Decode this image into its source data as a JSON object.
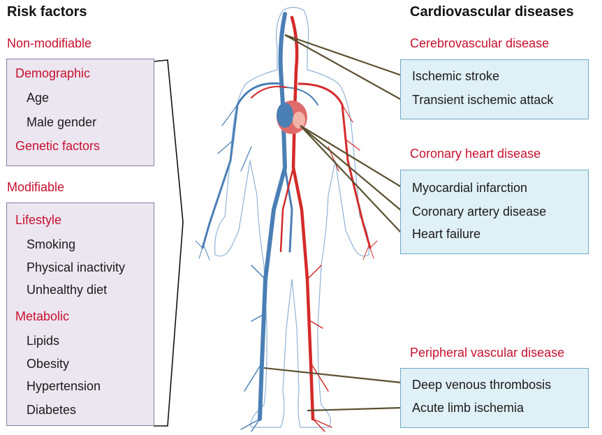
{
  "risk_factors": {
    "heading": "Risk factors",
    "non_modifiable": {
      "label": "Non-modifiable",
      "demographic": "Demographic",
      "demographic_items": [
        "Age",
        "Male gender"
      ],
      "genetic": "Genetic factors"
    },
    "modifiable": {
      "label": "Modifiable",
      "lifestyle": "Lifestyle",
      "lifestyle_items": [
        "Smoking",
        "Physical inactivity",
        "Unhealthy diet"
      ],
      "metabolic": "Metabolic",
      "metabolic_items": [
        "Lipids",
        "Obesity",
        "Hypertension",
        "Diabetes"
      ]
    }
  },
  "diseases": {
    "heading": "Cardiovascular diseases",
    "groups": [
      {
        "title": "Cerebrovascular disease",
        "items": [
          "Ischemic stroke",
          "Transient ischemic attack"
        ]
      },
      {
        "title": "Coronary heart disease",
        "items": [
          "Myocardial infarction",
          "Coronary artery disease",
          "Heart failure"
        ]
      },
      {
        "title": "Peripheral vascular disease",
        "items": [
          "Deep venous thrombosis",
          "Acute limb ischemia"
        ]
      }
    ]
  },
  "colors": {
    "accent_red": "#c8102e",
    "artery_red": "#d42a2a",
    "vein_blue": "#4a7fb5",
    "risk_box": "#ece6f1",
    "disease_box": "#dff0f6",
    "leader_line": "#5a5030"
  }
}
